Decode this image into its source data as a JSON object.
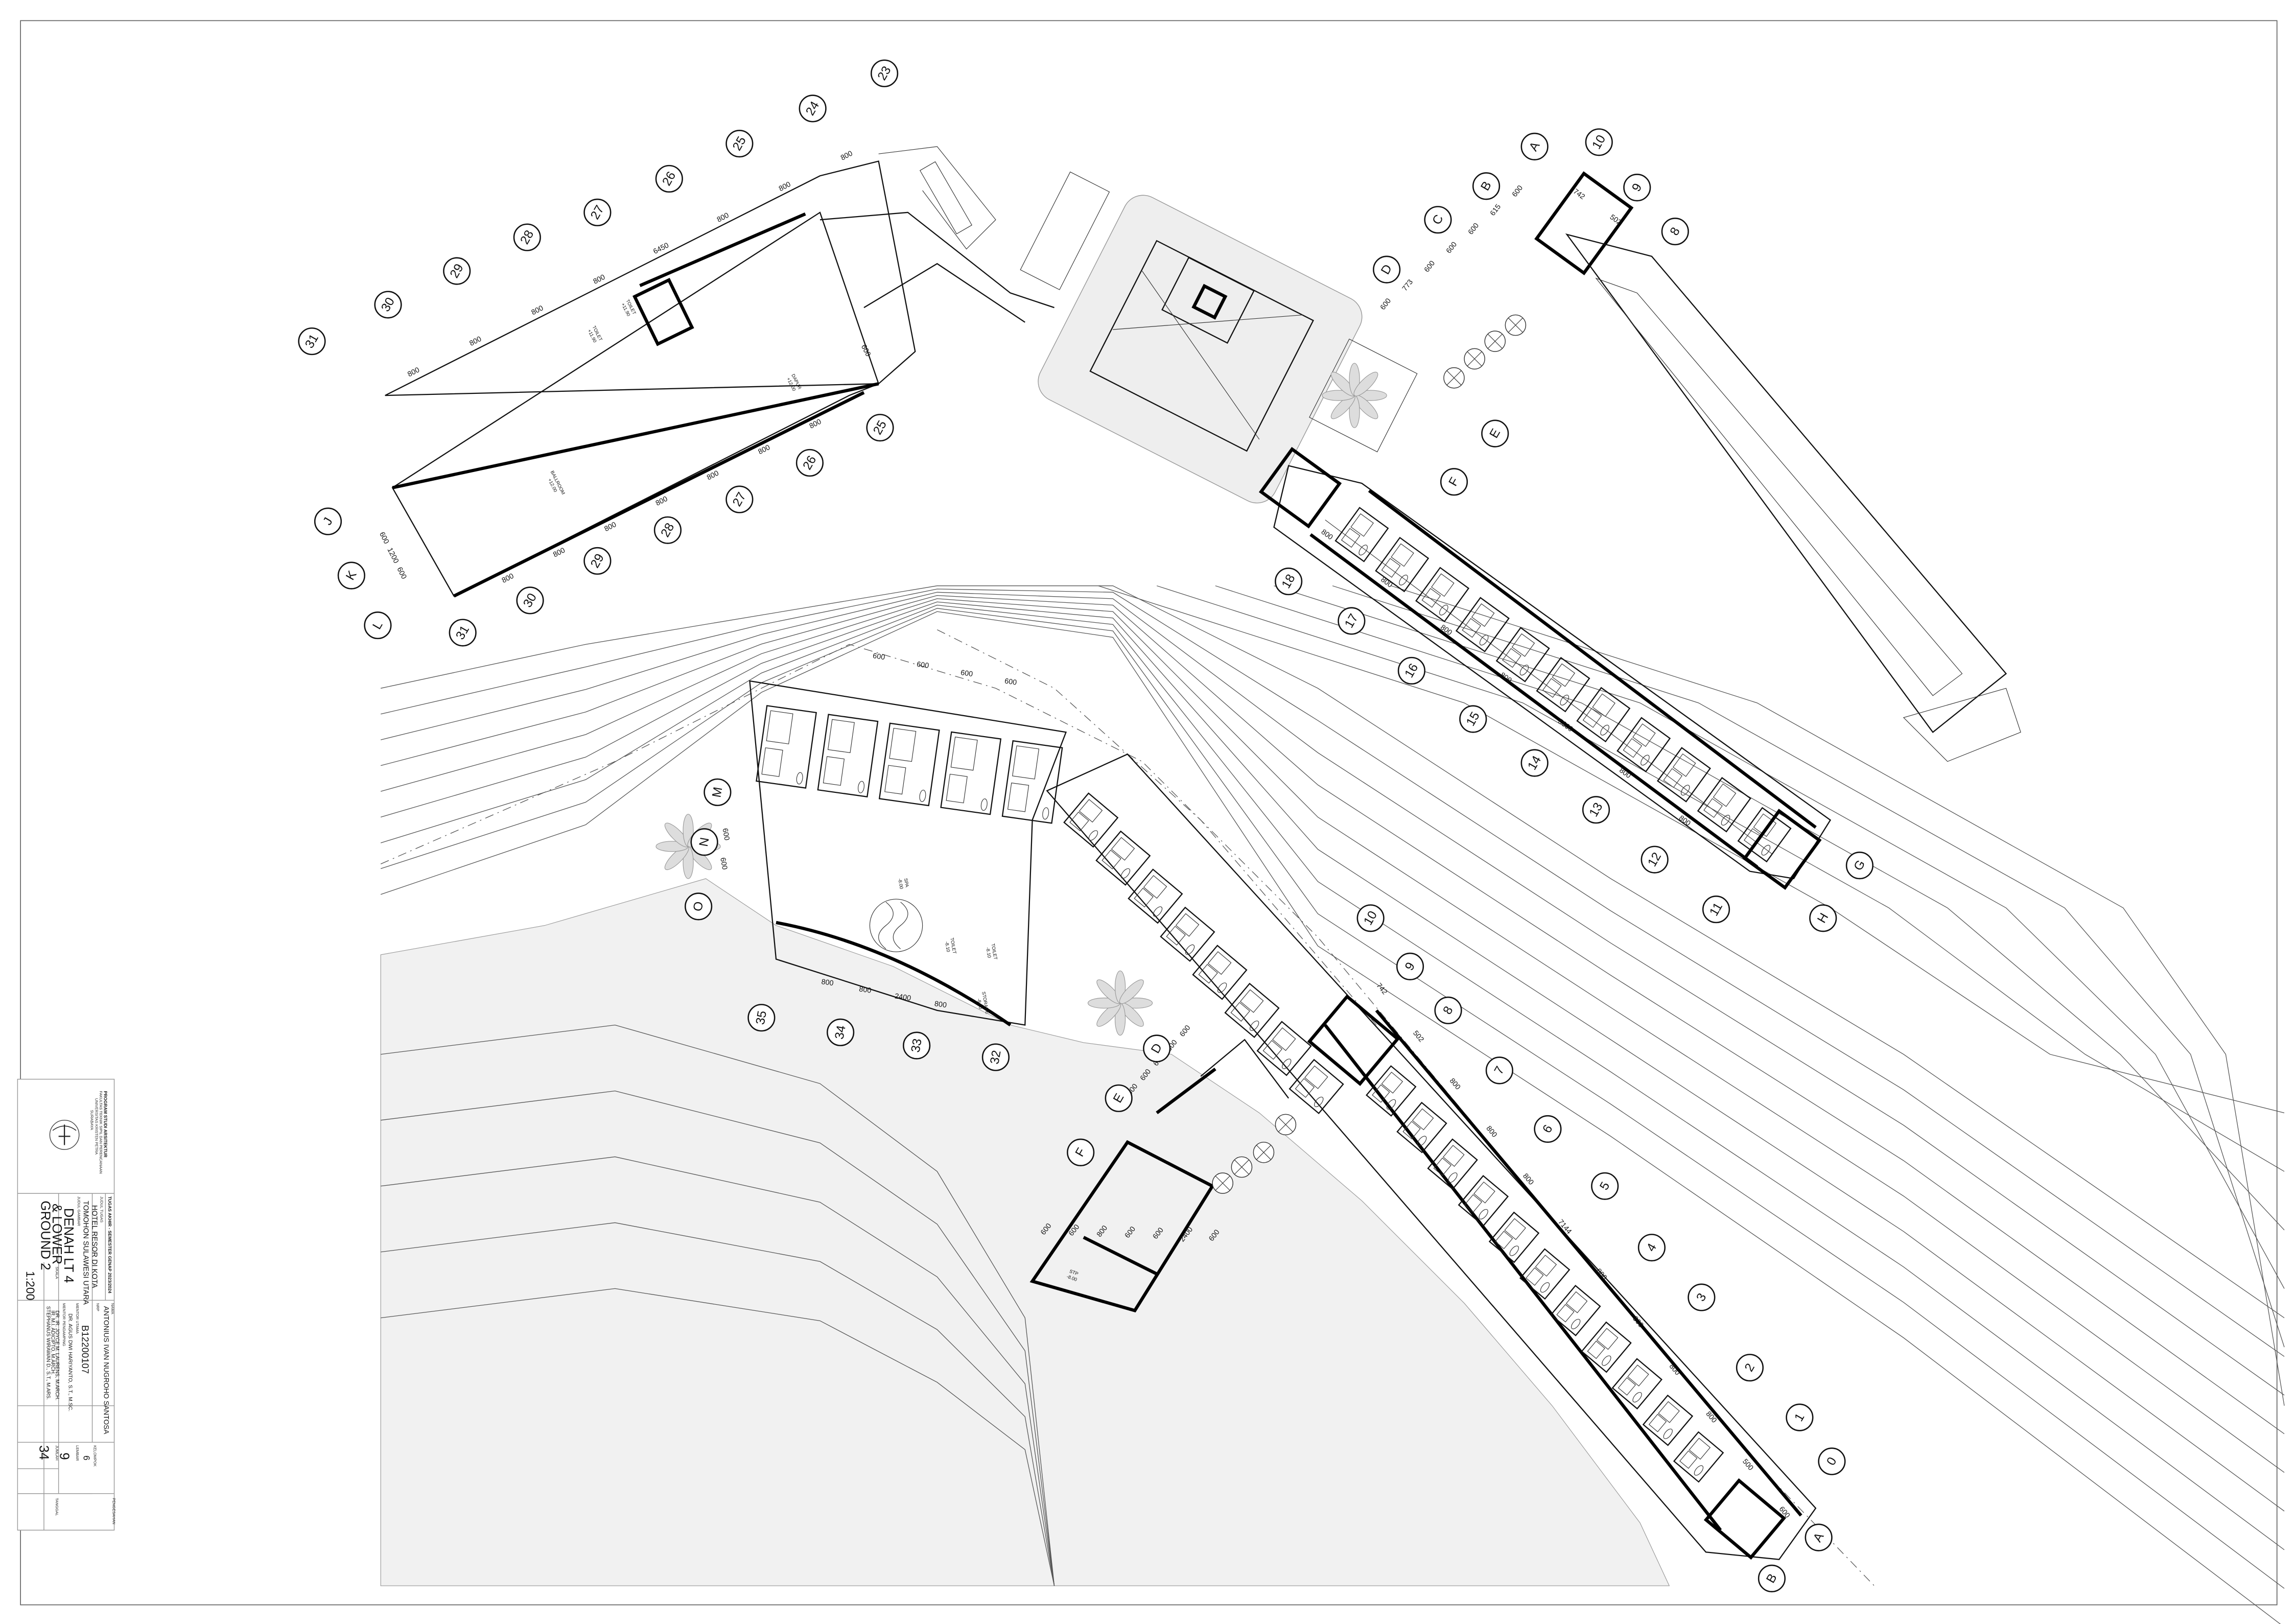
{
  "drawing": {
    "grid_top_ballroom": [
      "23",
      "24",
      "25",
      "26",
      "27",
      "28",
      "29",
      "30",
      "31"
    ],
    "grid_bottom_ballroom": [
      "25",
      "26",
      "27",
      "28",
      "29",
      "30",
      "31"
    ],
    "grid_rows_ballroom": [
      "J",
      "K",
      "L"
    ],
    "grid_hub_rows": [
      "A",
      "B",
      "C",
      "D",
      "E",
      "F"
    ],
    "grid_hub_cols": [
      "10",
      "9",
      "8"
    ],
    "grid_upper_wing": [
      "18",
      "17",
      "16",
      "15",
      "14",
      "13",
      "12",
      "11"
    ],
    "grid_upper_wing_rows": [
      "G",
      "H"
    ],
    "grid_spa_rows": [
      "M",
      "N",
      "O"
    ],
    "grid_spa_cols": [
      "35",
      "34",
      "33",
      "32"
    ],
    "grid_lower_wing": [
      "10",
      "9",
      "8",
      "7",
      "6",
      "5",
      "4",
      "3",
      "2",
      "1",
      "0"
    ],
    "grid_lower_wing_rows": [
      "A",
      "B"
    ],
    "grid_stp_rows": [
      "D",
      "E",
      "F"
    ],
    "rooms": {
      "ballroom": {
        "name": "BALLROOM",
        "level": "+12.00"
      },
      "toilet_a": {
        "name": "TOILET",
        "level": "+11.90"
      },
      "toilet_b": {
        "name": "TOILET",
        "level": "+11.90"
      },
      "kitchen": {
        "name": "DAPUR",
        "level": "+12.00"
      },
      "spa": {
        "name": "SPA",
        "level": "-8.00"
      },
      "spa_toilet_a": {
        "name": "TOILET",
        "level": "-8.10"
      },
      "spa_toilet_b": {
        "name": "TOILET",
        "level": "-8.10"
      },
      "storage": {
        "name": "STORAGE",
        "level": "-8.00"
      },
      "stp": {
        "name": "STP",
        "level": "-8.00"
      }
    },
    "dimensions": {
      "ballroom_top": [
        "800",
        "800",
        "800",
        "800",
        "6450",
        "800",
        "800",
        "800"
      ],
      "ballroom_bottom": [
        "800",
        "800",
        "800",
        "800",
        "800",
        "800",
        "800"
      ],
      "ballroom_side": [
        "600",
        "1200",
        "600"
      ],
      "ballroom_wing": "600",
      "hub_side": [
        "600",
        "773",
        "600",
        "600",
        "600",
        "615",
        "600"
      ],
      "hub_top": [
        "742",
        "502"
      ],
      "upper_wing": [
        "800",
        "800",
        "800",
        "800",
        "5600",
        "800",
        "800"
      ],
      "spa_top": [
        "600",
        "600",
        "600",
        "600"
      ],
      "spa_side": [
        "600",
        "600"
      ],
      "spa_bottom": [
        "800",
        "800",
        "2400",
        "800"
      ],
      "lower_wing_left": [
        "600",
        "600",
        "600",
        "600",
        "600"
      ],
      "lower_wing_right": [
        "742",
        "502",
        "800",
        "800",
        "800",
        "7144",
        "800",
        "800",
        "800",
        "800",
        "500",
        "600"
      ],
      "stp": [
        "600",
        "600",
        "800",
        "600",
        "600",
        "2400",
        "600"
      ]
    }
  },
  "title_block": {
    "institution": {
      "program": "PROGRAM STUDI ARSITEKTUR",
      "faculty": "FAKULTAS TEKNIK SIPIL DAN PERENCANAAN",
      "university": "UNIVERSITAS KRISTEN PETRA",
      "city": "SURABAYA",
      "seal_text": "UNIVERSITAS KRISTEN PETRA"
    },
    "course": "TUGAS AKHIR - SEMESTER GENAP 2023/2024",
    "project_label": "JUDUL TUGAS",
    "project_title_1": "HOTEL RESOR DI KOTA",
    "project_title_2": "TOMOHON SULAWESI UTARA",
    "drawing_label": "JUDUL GAMBAR",
    "drawing_title_1": "DENAH LT 4",
    "drawing_title_2": "& LOWER",
    "drawing_title_3": "GROUND 2",
    "scale_label": "SKALA",
    "scale": "1:200",
    "name_label": "NAMA",
    "name": "ANTONIUS IVAN NUGROHO SANTOSA",
    "nrp_label": "NRP",
    "nrp": "B12200107",
    "group_label": "KELOMPOK",
    "group": "6",
    "mentor_main_label": "MENTOR UTAMA",
    "mentor_main": "DR. AGUS DWI HARIYANTO, S.T., M.SC.",
    "mentor_assist_label": "MENTOR PENDAMPING",
    "mentor_assist_1": "DR. IR. JOYCE M. LAURENS, M.ARCH.",
    "mentor_assist_2": "IR. M.I. ADICIPTO, M.ARCH.",
    "mentor_assist_3": "STEPHANUS WIRAWAN D., S.T., M.ARS.",
    "sheet_label": "LEMBAR",
    "sheet": "9",
    "total_label": "JUMLAH",
    "total": "34",
    "approval_label": "PENGESAHAN",
    "date_label": "TANGGAL"
  }
}
